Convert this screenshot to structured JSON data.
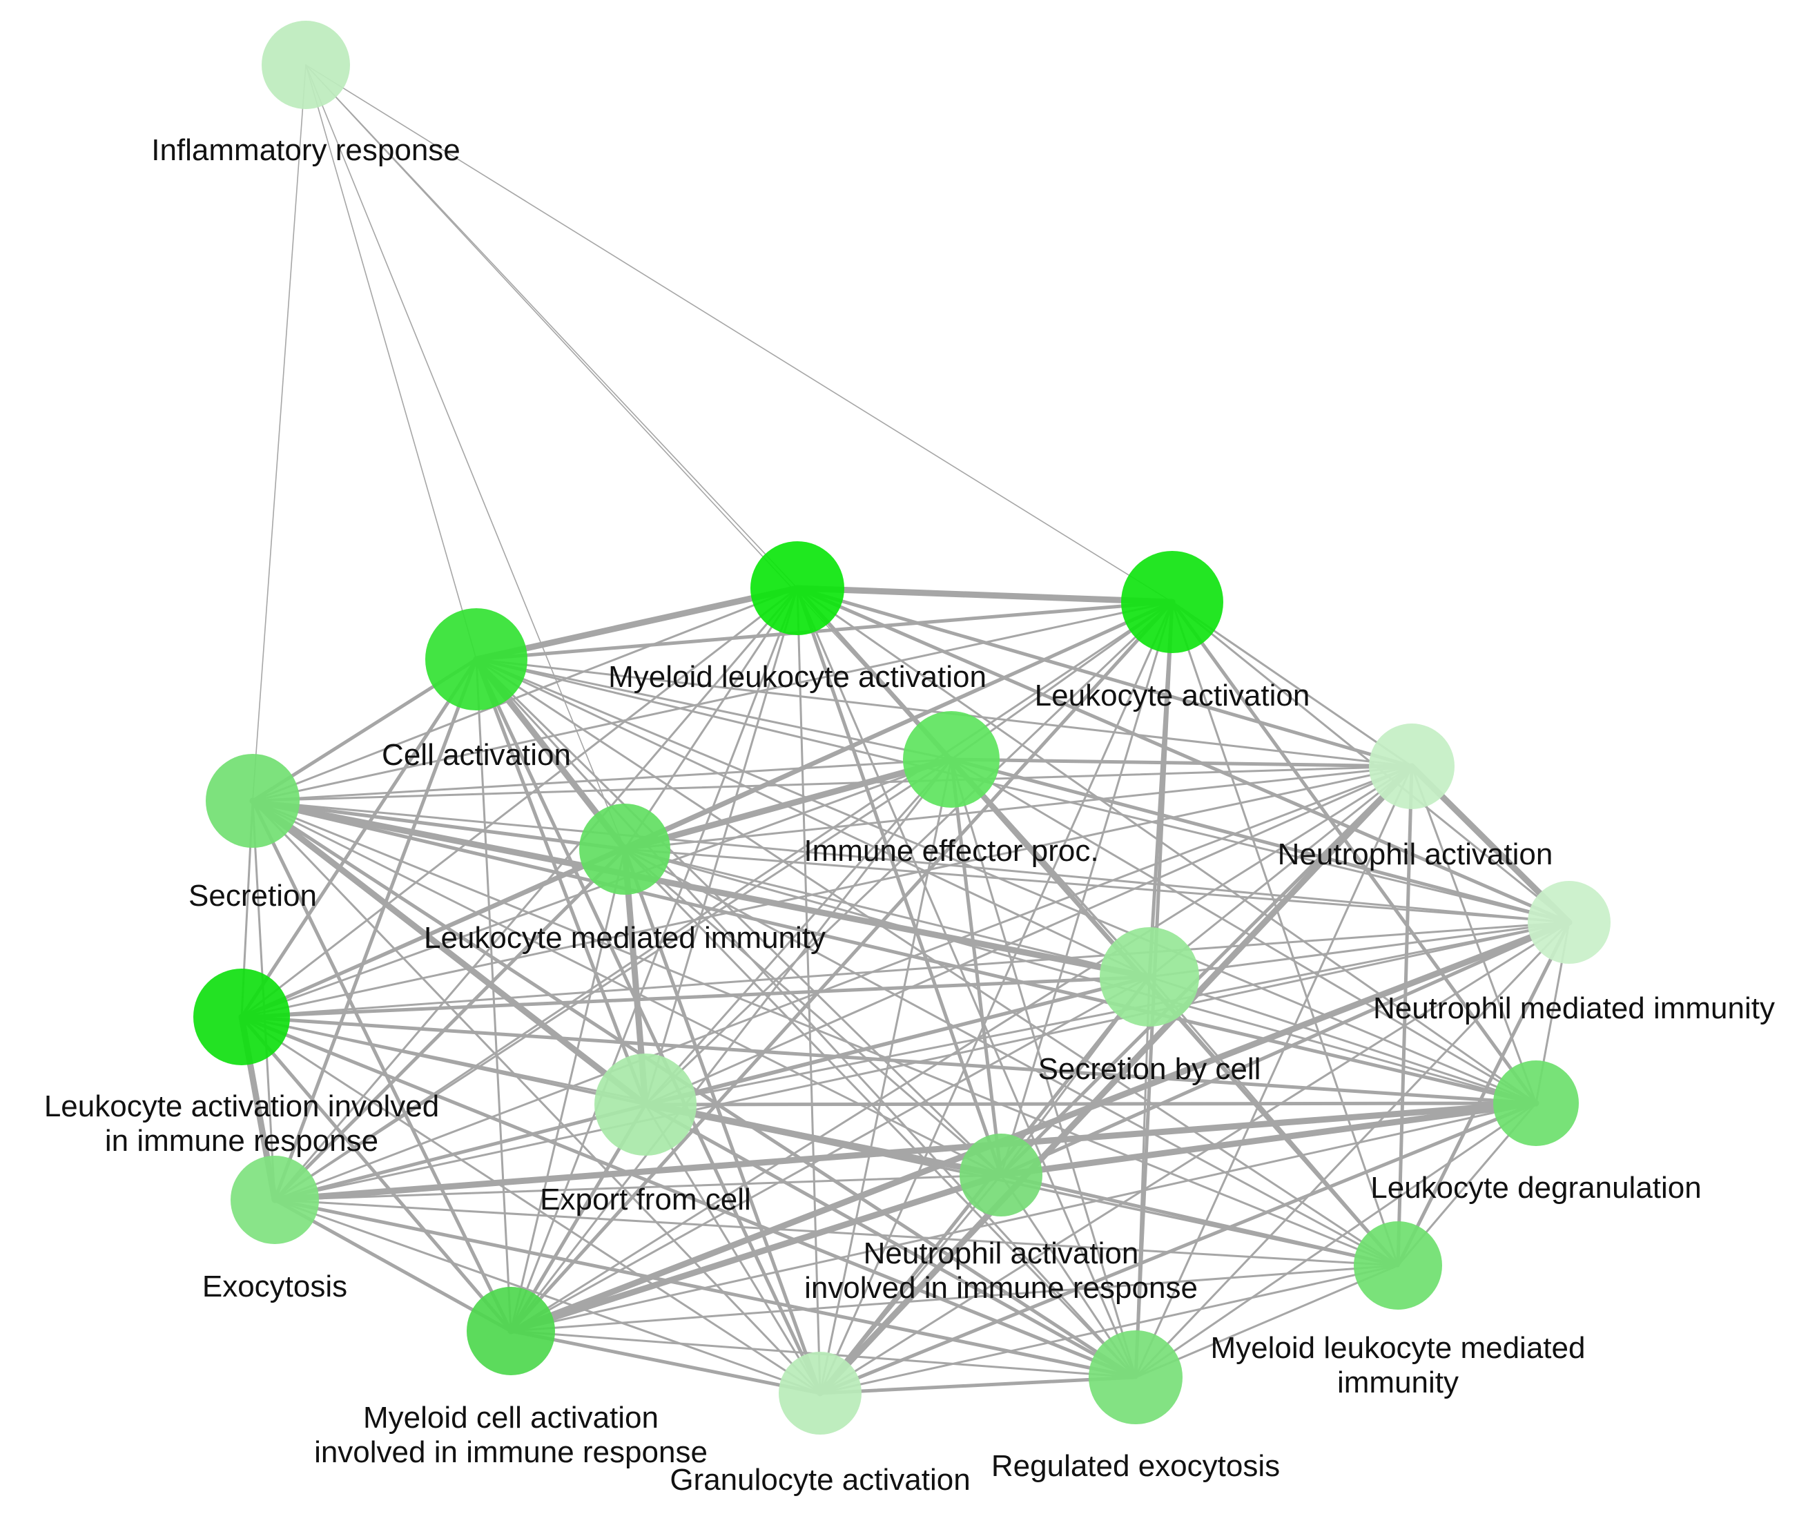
{
  "diagram": {
    "type": "network",
    "edge_color": "#a6a6a6",
    "label_color": "#111111",
    "node_color_strong": "#00e600",
    "node_color_light": "#9fe59f",
    "nodes": [
      {
        "id": "inflammatory",
        "label_lines": [
          "Inflammatory response"
        ],
        "color": "#bdecbd"
      },
      {
        "id": "myeloid_leuk_act",
        "label_lines": [
          "Myeloid leukocyte activation"
        ],
        "color": "#0ce60c"
      },
      {
        "id": "leuk_act",
        "label_lines": [
          "Leukocyte activation"
        ],
        "color": "#10e410"
      },
      {
        "id": "cell_act",
        "label_lines": [
          "Cell activation"
        ],
        "color": "#33e233"
      },
      {
        "id": "immune_eff",
        "label_lines": [
          "Immune effector proc."
        ],
        "color": "#5ee45e"
      },
      {
        "id": "secretion",
        "label_lines": [
          "Secretion"
        ],
        "color": "#72e072"
      },
      {
        "id": "leuk_med_imm",
        "label_lines": [
          "Leukocyte mediated immunity"
        ],
        "color": "#62de62"
      },
      {
        "id": "neut_act",
        "label_lines": [
          "Neutrophil activation"
        ],
        "color": "#c4efc4"
      },
      {
        "id": "leuk_act_imm",
        "label_lines": [
          "Leukocyte activation involved",
          "in immune response"
        ],
        "color": "#10e010"
      },
      {
        "id": "secr_by_cell",
        "label_lines": [
          "Secretion by cell"
        ],
        "color": "#97e797"
      },
      {
        "id": "neut_med_imm",
        "label_lines": [
          "Neutrophil mediated immunity"
        ],
        "color": "#c9f0c9"
      },
      {
        "id": "export_cell",
        "label_lines": [
          "Export from cell"
        ],
        "color": "#a8e8a8"
      },
      {
        "id": "leuk_degran",
        "label_lines": [
          "Leukocyte degranulation"
        ],
        "color": "#6cdf6c"
      },
      {
        "id": "neut_act_imm",
        "label_lines": [
          "Neutrophil activation",
          "involved in immune response"
        ],
        "color": "#76db76"
      },
      {
        "id": "exocytosis",
        "label_lines": [
          "Exocytosis"
        ],
        "color": "#7fe27f"
      },
      {
        "id": "myeloid_cell_act_imm",
        "label_lines": [
          "Myeloid cell activation",
          "involved in immune response"
        ],
        "color": "#4ed84e"
      },
      {
        "id": "myeloid_leuk_med_imm",
        "label_lines": [
          "Myeloid leukocyte mediated",
          "immunity"
        ],
        "color": "#6fdf6f"
      },
      {
        "id": "granulocyte_act",
        "label_lines": [
          "Granulocyte activation"
        ],
        "color": "#b8ecb8"
      },
      {
        "id": "reg_exocytosis",
        "label_lines": [
          "Regulated exocytosis"
        ],
        "color": "#78e078"
      }
    ]
  }
}
